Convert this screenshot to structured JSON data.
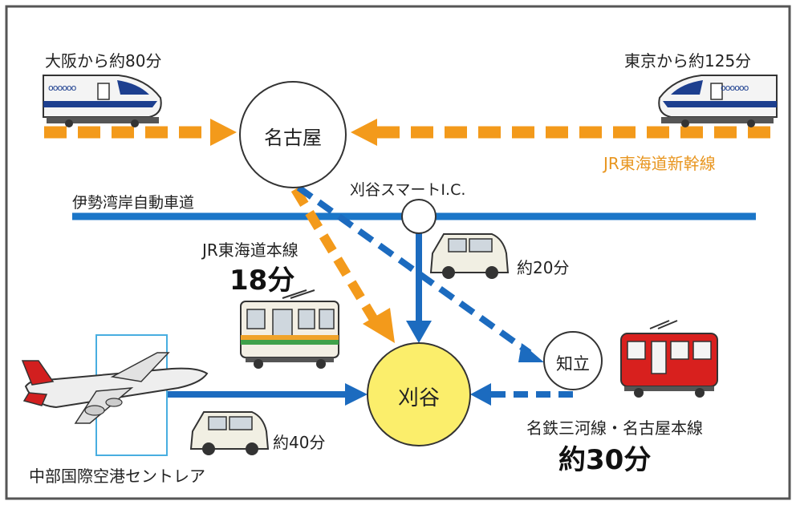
{
  "labels": {
    "osaka": "大阪から約80分",
    "tokyo": "東京から約125分",
    "shinkansen": "JR東海道新幹線",
    "nagoya": "名古屋",
    "expressway": "伊勢湾岸自動車道",
    "smart_ic": "刈谷スマートI.C.",
    "jr_line": "JR東海道本線",
    "jr_time": "18分",
    "car_ic_time": "約20分",
    "chiryu": "知立",
    "kariya": "刈谷",
    "meitetsu": "名鉄三河線・名古屋本線",
    "meitetsu_time": "約30分",
    "car_airport_time": "約40分",
    "airport": "中部国際空港セントレア",
    "bullet_train_windows_left": "oooooo",
    "bullet_train_windows_right": "oooooo"
  },
  "colors": {
    "shinkansen_orange": "#f39a1b",
    "expressway_blue": "#1b76c8",
    "route_blue": "#1c6bbf",
    "kariya_yellow": "#fbee6b",
    "red_train": "#d8201e",
    "green_train_stripe": "#3fa14a",
    "orange_train_stripe": "#f0a32a",
    "airport_box": "#48aee0"
  },
  "icons": {
    "bullet_train_left": "shinkansen-icon",
    "bullet_train_right": "shinkansen-icon",
    "car_ic": "car-icon",
    "car_airport": "car-icon",
    "jr_train": "train-icon",
    "meitetsu_train": "train-icon",
    "airplane": "airplane-icon"
  }
}
